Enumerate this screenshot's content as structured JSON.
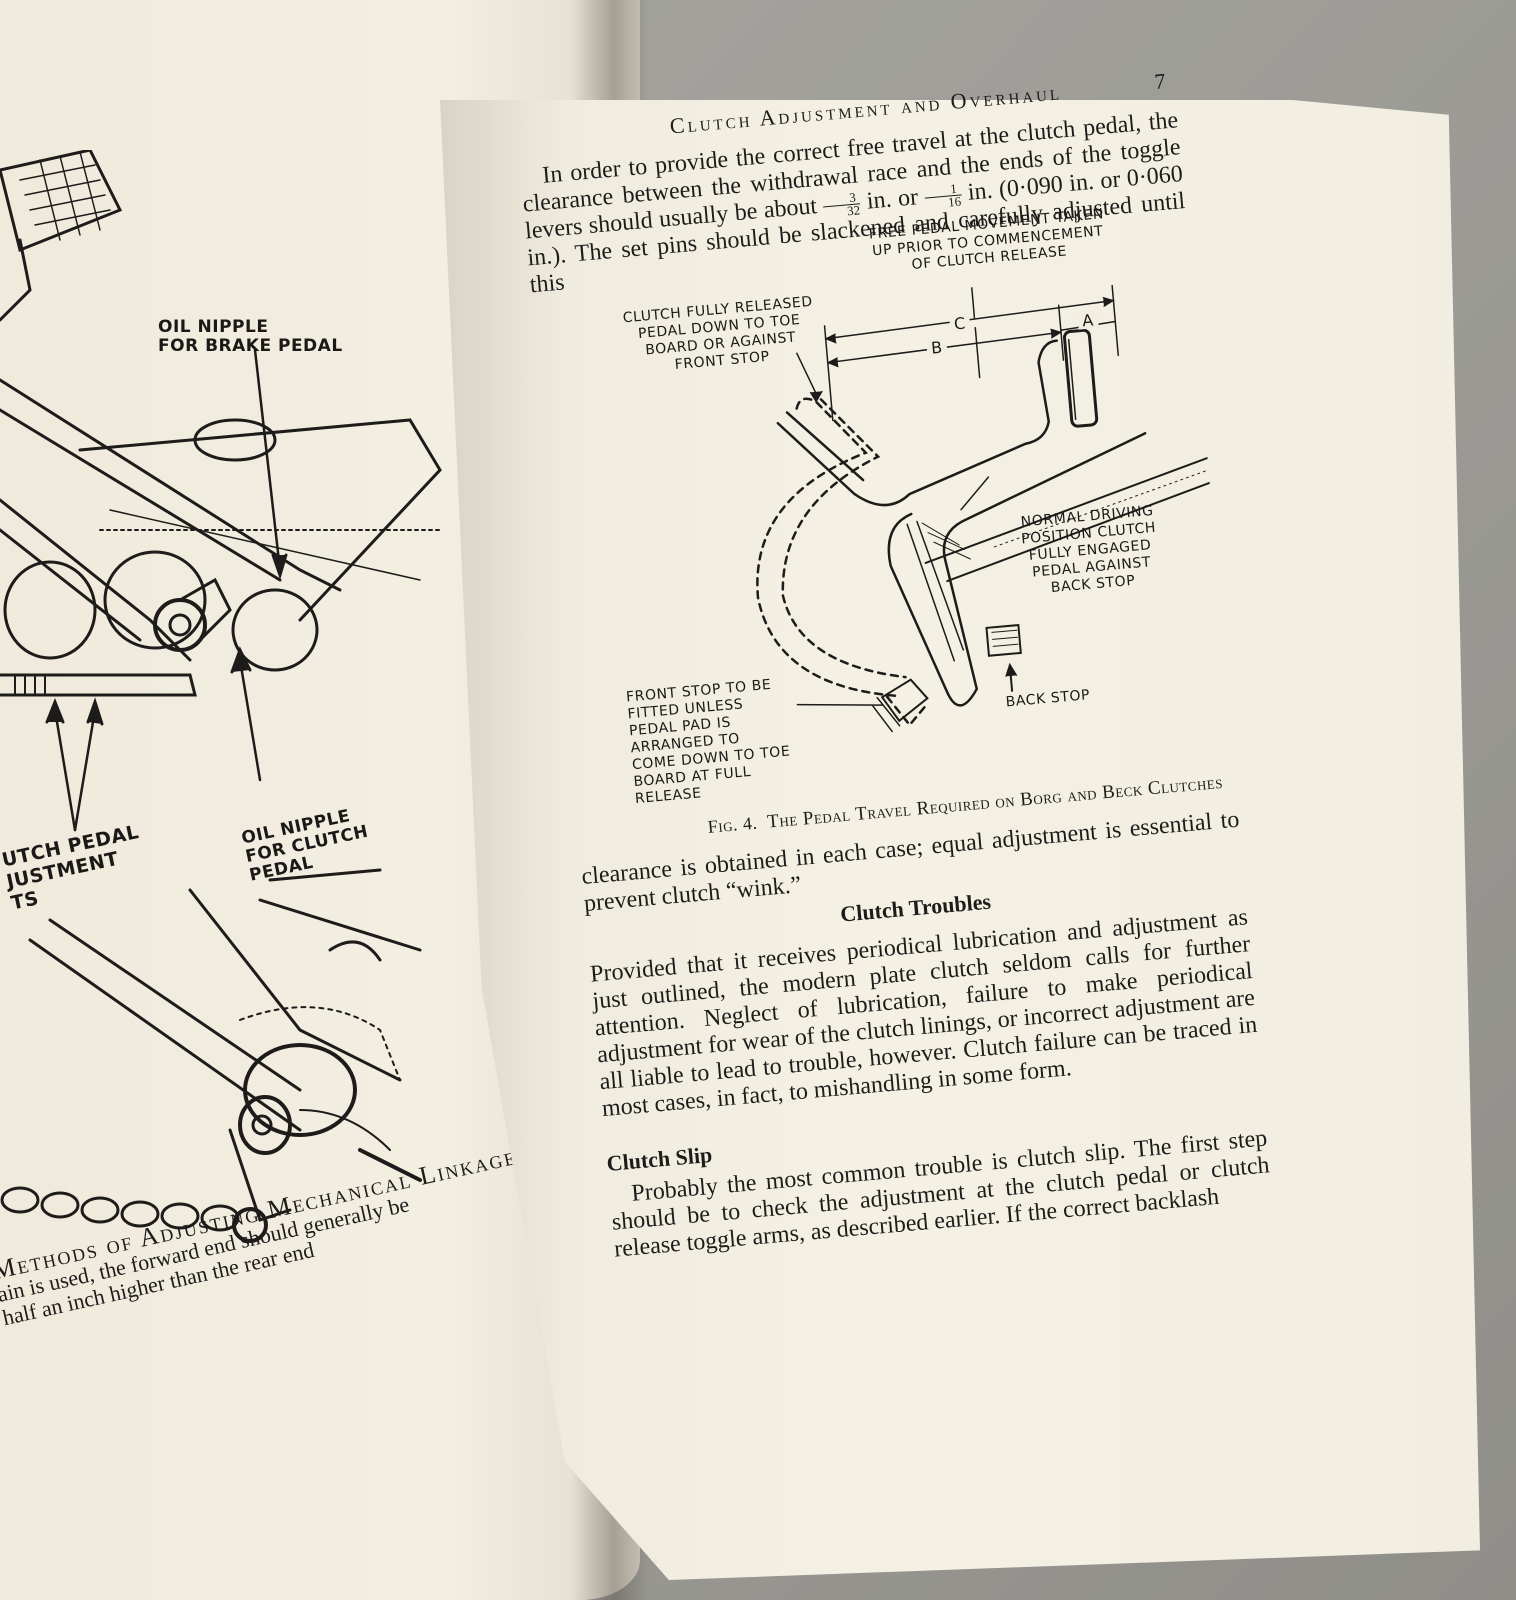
{
  "left_page": {
    "labels": {
      "oil_nipple_brake": "OIL NIPPLE\nFOR BRAKE PEDAL",
      "clutch_pedal_adjustment": "UTCH PEDAL\nJUSTMENT\nTS",
      "oil_nipple_clutch": "OIL NIPPLE\nFOR CLUTCH\nPEDAL"
    },
    "caption_title": "Methods of Adjusting Mechanical Linkage",
    "caption_line1": "ain is used, the forward end should generally be",
    "caption_line2": "half an inch higher than the rear end"
  },
  "right_page": {
    "running_head": "Clutch Adjustment and Overhaul",
    "page_number": "7",
    "para1": {
      "part1": "In order to provide the correct free travel at the clutch pedal, the clearance between the withdrawal race and the ends of the toggle levers should usually be about ",
      "frac1_num": "3",
      "frac1_den": "32",
      "part2": " in. or ",
      "frac2_num": "1",
      "frac2_den": "16",
      "part3": " in. (0·090 in. or 0·060 in.). The set pins should be slackened and carefully adjusted until this"
    },
    "figure": {
      "label_free_pedal": "FREE PEDAL MOVEMENT TAKEN\nUP PRIOR TO COMMENCEMENT\nOF CLUTCH RELEASE",
      "label_fully_released": "CLUTCH FULLY RELEASED\nPEDAL DOWN TO TOE\nBOARD OR AGAINST\nFRONT STOP",
      "label_normal_driving": "NORMAL DRIVING\nPOSITION CLUTCH\nFULLY ENGAGED\nPEDAL AGAINST\nBACK STOP",
      "label_front_stop": "FRONT STOP TO BE\nFITTED UNLESS\nPEDAL PAD IS\nARRANGED TO\nCOME DOWN TO TOE\nBOARD AT FULL\nRELEASE",
      "label_back_stop": "BACK STOP",
      "dim_c": "C",
      "dim_b": "B",
      "dim_a": "A",
      "caption_lead": "Fig. 4.",
      "caption_title": "The Pedal Travel Required on Borg and Beck Clutches"
    },
    "para2": "clearance is obtained in each case; equal adjustment is essential to prevent clutch “wink.”",
    "heading1": "Clutch Troubles",
    "para3": "Provided that it receives periodical lubrication and adjustment as just outlined, the modern plate clutch seldom calls for further attention. Neglect of lubrication, failure to make periodical adjustment for wear of the clutch linings, or incorrect adjustment are all liable to lead to trouble, however. Clutch failure can be traced in most cases, in fact, to mishandling in some form.",
    "heading2": "Clutch Slip",
    "para4": "Probably the most common trouble is clutch slip. The first step should be to check the adjustment at the clutch pedal or clutch release toggle arms, as described earlier. If the correct backlash"
  }
}
